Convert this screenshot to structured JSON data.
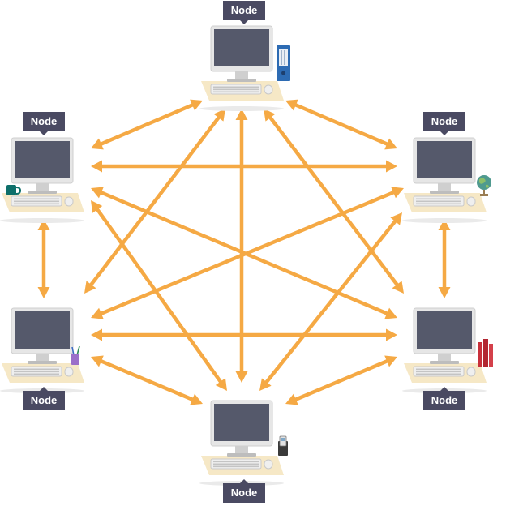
{
  "diagram": {
    "arrow_color": "#f5a944",
    "label_color": "#4a4a62",
    "nodes": [
      {
        "id": "top",
        "label": "Node",
        "accessory": "binder-icon"
      },
      {
        "id": "upper-left",
        "label": "Node",
        "accessory": "mug-icon"
      },
      {
        "id": "upper-right",
        "label": "Node",
        "accessory": "globe-icon"
      },
      {
        "id": "lower-left",
        "label": "Node",
        "accessory": "pencil-cup-icon"
      },
      {
        "id": "lower-right",
        "label": "Node",
        "accessory": "books-icon"
      },
      {
        "id": "bottom",
        "label": "Node",
        "accessory": "phone-icon"
      }
    ],
    "connections": "every node connected to every other node with a double-headed arrow"
  }
}
